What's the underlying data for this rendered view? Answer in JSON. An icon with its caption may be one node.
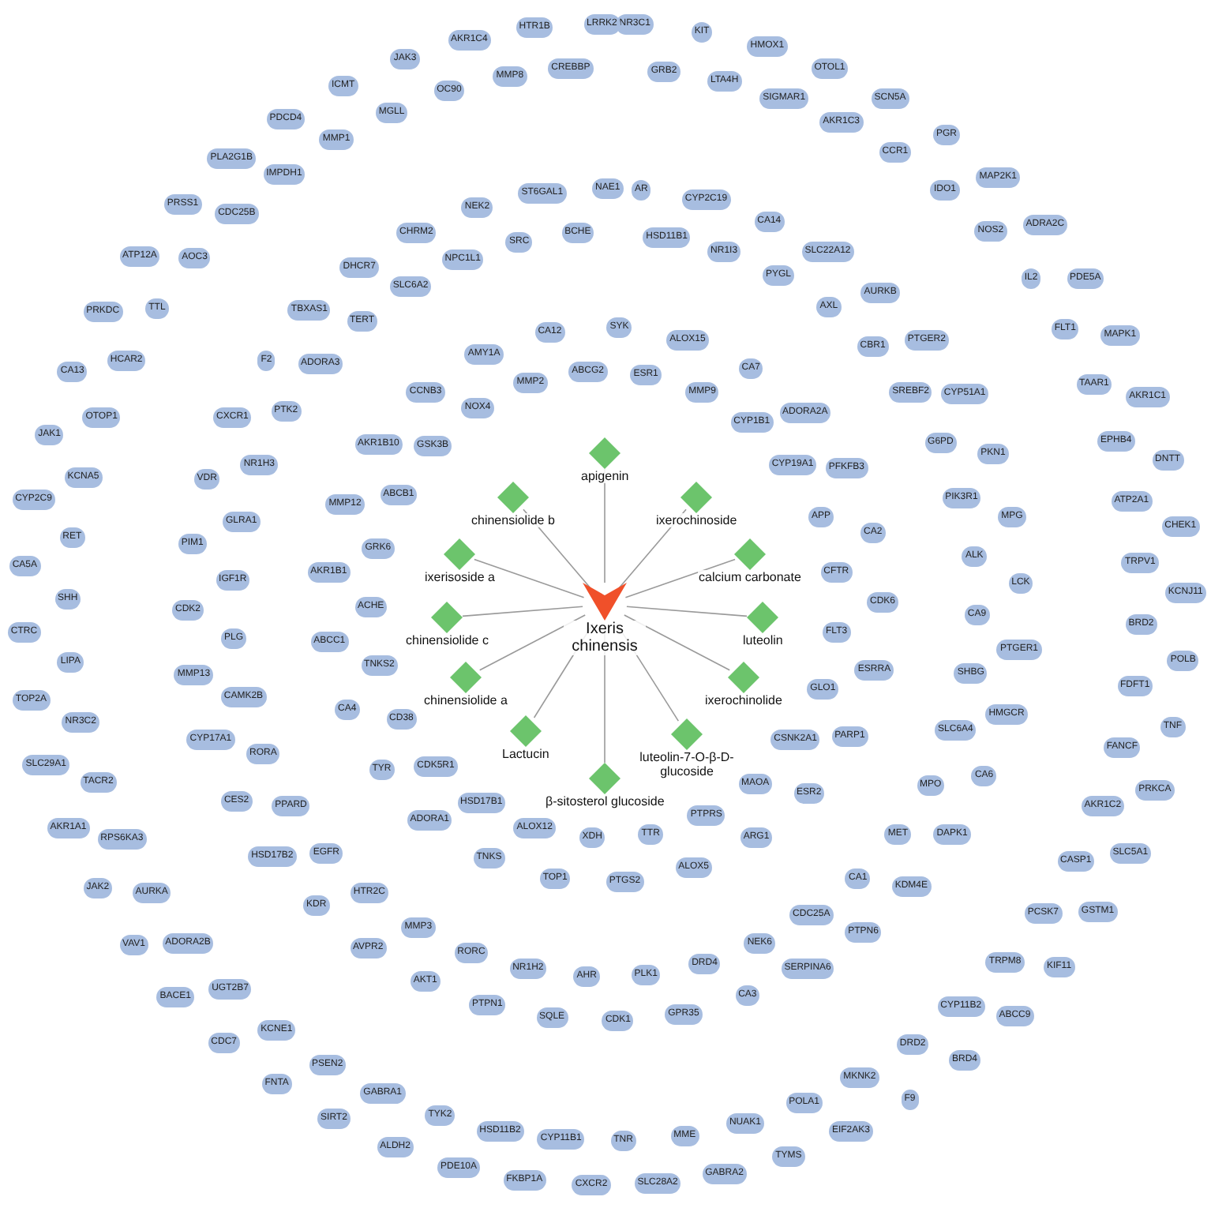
{
  "diagram": {
    "nodes": [
      {
        "text": [
          "Ixeris chinensis"
        ]
      },
      {
        "text": [
          "apigenin"
        ]
      },
      {
        "text": [
          "chinensiolide b"
        ]
      },
      {
        "text": [
          "ixerochinoside"
        ]
      },
      {
        "text": [
          "ixerisoside a"
        ]
      },
      {
        "text": [
          "calcium carbonate"
        ]
      },
      {
        "text": [
          "chinensiolide c"
        ]
      },
      {
        "text": [
          "luteolin"
        ]
      },
      {
        "text": [
          "chinensiolide a"
        ]
      },
      {
        "text": [
          "ixerochinolide"
        ]
      },
      {
        "text": [
          "Lactucin"
        ]
      },
      {
        "text": [
          "luteolin-7-O-β-D-glucoside"
        ]
      },
      {
        "text": [
          "β-sitosterol glucoside"
        ]
      },
      {
        "text": [
          "SYK"
        ]
      },
      {
        "text": [
          "ESR1"
        ]
      },
      {
        "text": [
          "ALOX15"
        ]
      },
      {
        "text": [
          "MMP9"
        ]
      },
      {
        "text": [
          "CA7"
        ]
      },
      {
        "text": [
          "CYP1B1"
        ]
      },
      {
        "text": [
          "ADORA2A"
        ]
      },
      {
        "text": [
          "CYP19A1"
        ]
      },
      {
        "text": [
          "PFKFB3"
        ]
      },
      {
        "text": [
          "APP"
        ]
      },
      {
        "text": [
          "CA2"
        ]
      },
      {
        "text": [
          "CFTR"
        ]
      },
      {
        "text": [
          "CDK6"
        ]
      },
      {
        "text": [
          "FLT3"
        ]
      },
      {
        "text": [
          "ESRRA"
        ]
      },
      {
        "text": [
          "GLO1"
        ]
      },
      {
        "text": [
          "PARP1"
        ]
      },
      {
        "text": [
          "CSNK2A1"
        ]
      },
      {
        "text": [
          "ESR2"
        ]
      },
      {
        "text": [
          "MAOA"
        ]
      },
      {
        "text": [
          "ARG1"
        ]
      },
      {
        "text": [
          "PTPRS"
        ]
      },
      {
        "text": [
          "ALOX5"
        ]
      },
      {
        "text": [
          "TTR"
        ]
      },
      {
        "text": [
          "PTGS2"
        ]
      },
      {
        "text": [
          "XDH"
        ]
      },
      {
        "text": [
          "TOP1"
        ]
      },
      {
        "text": [
          "ALOX12"
        ]
      },
      {
        "text": [
          "TNKS"
        ]
      },
      {
        "text": [
          "HSD17B1"
        ]
      },
      {
        "text": [
          "ADORA1"
        ]
      },
      {
        "text": [
          "CDK5R1"
        ]
      },
      {
        "text": [
          "TYR"
        ]
      },
      {
        "text": [
          "CD38"
        ]
      },
      {
        "text": [
          "CA4"
        ]
      },
      {
        "text": [
          "TNKS2"
        ]
      },
      {
        "text": [
          "ABCC1"
        ]
      },
      {
        "text": [
          "ACHE"
        ]
      },
      {
        "text": [
          "AKR1B1"
        ]
      },
      {
        "text": [
          "GRK6"
        ]
      },
      {
        "text": [
          "MMP12"
        ]
      },
      {
        "text": [
          "ABCB1"
        ]
      },
      {
        "text": [
          "AKR1B10"
        ]
      },
      {
        "text": [
          "GSK3B"
        ]
      },
      {
        "text": [
          "CCNB3"
        ]
      },
      {
        "text": [
          "NOX4"
        ]
      },
      {
        "text": [
          "AMY1A"
        ]
      },
      {
        "text": [
          "MMP2"
        ]
      },
      {
        "text": [
          "CA12"
        ]
      },
      {
        "text": [
          "ABCG2"
        ]
      },
      {
        "text": [
          "AR"
        ]
      },
      {
        "text": [
          "HSD11B1"
        ]
      },
      {
        "text": [
          "CYP2C19"
        ]
      },
      {
        "text": [
          "NR1I3"
        ]
      },
      {
        "text": [
          "CA14"
        ]
      },
      {
        "text": [
          "PYGL"
        ]
      },
      {
        "text": [
          "SLC22A12"
        ]
      },
      {
        "text": [
          "AXL"
        ]
      },
      {
        "text": [
          "AURKB"
        ]
      },
      {
        "text": [
          "CBR1"
        ]
      },
      {
        "text": [
          "PTGER2"
        ]
      },
      {
        "text": [
          "SREBF2"
        ]
      },
      {
        "text": [
          "CYP51A1"
        ]
      },
      {
        "text": [
          "G6PD"
        ]
      },
      {
        "text": [
          "PKN1"
        ]
      },
      {
        "text": [
          "PIK3R1"
        ]
      },
      {
        "text": [
          "MPG"
        ]
      },
      {
        "text": [
          "ALK"
        ]
      },
      {
        "text": [
          "LCK"
        ]
      },
      {
        "text": [
          "CA9"
        ]
      },
      {
        "text": [
          "PTGER1"
        ]
      },
      {
        "text": [
          "SHBG"
        ]
      },
      {
        "text": [
          "HMGCR"
        ]
      },
      {
        "text": [
          "SLC6A4"
        ]
      },
      {
        "text": [
          "CA6"
        ]
      },
      {
        "text": [
          "MPO"
        ]
      },
      {
        "text": [
          "DAPK1"
        ]
      },
      {
        "text": [
          "MET"
        ]
      },
      {
        "text": [
          "KDM4E"
        ]
      },
      {
        "text": [
          "CA1"
        ]
      },
      {
        "text": [
          "PTPN6"
        ]
      },
      {
        "text": [
          "CDC25A"
        ]
      },
      {
        "text": [
          "SERPINA6"
        ]
      },
      {
        "text": [
          "NEK6"
        ]
      },
      {
        "text": [
          "CA3"
        ]
      },
      {
        "text": [
          "DRD4"
        ]
      },
      {
        "text": [
          "GPR35"
        ]
      },
      {
        "text": [
          "PLK1"
        ]
      },
      {
        "text": [
          "CDK1"
        ]
      },
      {
        "text": [
          "AHR"
        ]
      },
      {
        "text": [
          "SQLE"
        ]
      },
      {
        "text": [
          "NR1H2"
        ]
      },
      {
        "text": [
          "PTPN1"
        ]
      },
      {
        "text": [
          "RORC"
        ]
      },
      {
        "text": [
          "AKT1"
        ]
      },
      {
        "text": [
          "MMP3"
        ]
      },
      {
        "text": [
          "AVPR2"
        ]
      },
      {
        "text": [
          "HTR2C"
        ]
      },
      {
        "text": [
          "KDR"
        ]
      },
      {
        "text": [
          "EGFR"
        ]
      },
      {
        "text": [
          "HSD17B2"
        ]
      },
      {
        "text": [
          "PPARD"
        ]
      },
      {
        "text": [
          "CES2"
        ]
      },
      {
        "text": [
          "RORA"
        ]
      },
      {
        "text": [
          "CYP17A1"
        ]
      },
      {
        "text": [
          "CAMK2B"
        ]
      },
      {
        "text": [
          "MMP13"
        ]
      },
      {
        "text": [
          "PLG"
        ]
      },
      {
        "text": [
          "CDK2"
        ]
      },
      {
        "text": [
          "IGF1R"
        ]
      },
      {
        "text": [
          "PIM1"
        ]
      },
      {
        "text": [
          "GLRA1"
        ]
      },
      {
        "text": [
          "VDR"
        ]
      },
      {
        "text": [
          "NR1H3"
        ]
      },
      {
        "text": [
          "CXCR1"
        ]
      },
      {
        "text": [
          "PTK2"
        ]
      },
      {
        "text": [
          "F2"
        ]
      },
      {
        "text": [
          "ADORA3"
        ]
      },
      {
        "text": [
          "TBXAS1"
        ]
      },
      {
        "text": [
          "TERT"
        ]
      },
      {
        "text": [
          "DHCR7"
        ]
      },
      {
        "text": [
          "SLC6A2"
        ]
      },
      {
        "text": [
          "CHRM2"
        ]
      },
      {
        "text": [
          "NPC1L1"
        ]
      },
      {
        "text": [
          "NEK2"
        ]
      },
      {
        "text": [
          "SRC"
        ]
      },
      {
        "text": [
          "ST6GAL1"
        ]
      },
      {
        "text": [
          "BCHE"
        ]
      },
      {
        "text": [
          "NAE1"
        ]
      },
      {
        "text": [
          "NR3C1"
        ]
      },
      {
        "text": [
          "GRB2"
        ]
      },
      {
        "text": [
          "KIT"
        ]
      },
      {
        "text": [
          "LTA4H"
        ]
      },
      {
        "text": [
          "HMOX1"
        ]
      },
      {
        "text": [
          "SIGMAR1"
        ]
      },
      {
        "text": [
          "OTOL1"
        ]
      },
      {
        "text": [
          "AKR1C3"
        ]
      },
      {
        "text": [
          "SCN5A"
        ]
      },
      {
        "text": [
          "CCR1"
        ]
      },
      {
        "text": [
          "PGR"
        ]
      },
      {
        "text": [
          "IDO1"
        ]
      },
      {
        "text": [
          "MAP2K1"
        ]
      },
      {
        "text": [
          "NOS2"
        ]
      },
      {
        "text": [
          "ADRA2C"
        ]
      },
      {
        "text": [
          "IL2"
        ]
      },
      {
        "text": [
          "PDE5A"
        ]
      },
      {
        "text": [
          "FLT1"
        ]
      },
      {
        "text": [
          "MAPK1"
        ]
      },
      {
        "text": [
          "TAAR1"
        ]
      },
      {
        "text": [
          "AKR1C1"
        ]
      },
      {
        "text": [
          "EPHB4"
        ]
      },
      {
        "text": [
          "DNTT"
        ]
      },
      {
        "text": [
          "ATP2A1"
        ]
      },
      {
        "text": [
          "CHEK1"
        ]
      },
      {
        "text": [
          "TRPV1"
        ]
      },
      {
        "text": [
          "KCNJ11"
        ]
      },
      {
        "text": [
          "BRD2"
        ]
      },
      {
        "text": [
          "POLB"
        ]
      },
      {
        "text": [
          "FDFT1"
        ]
      },
      {
        "text": [
          "TNF"
        ]
      },
      {
        "text": [
          "FANCF"
        ]
      },
      {
        "text": [
          "PRKCA"
        ]
      },
      {
        "text": [
          "AKR1C2"
        ]
      },
      {
        "text": [
          "SLC5A1"
        ]
      },
      {
        "text": [
          "CASP1"
        ]
      },
      {
        "text": [
          "GSTM1"
        ]
      },
      {
        "text": [
          "PCSK7"
        ]
      },
      {
        "text": [
          "KIF11"
        ]
      },
      {
        "text": [
          "TRPM8"
        ]
      },
      {
        "text": [
          "ABCC9"
        ]
      },
      {
        "text": [
          "CYP11B2"
        ]
      },
      {
        "text": [
          "BRD4"
        ]
      },
      {
        "text": [
          "DRD2"
        ]
      },
      {
        "text": [
          "F9"
        ]
      },
      {
        "text": [
          "MKNK2"
        ]
      },
      {
        "text": [
          "EIF2AK3"
        ]
      },
      {
        "text": [
          "POLA1"
        ]
      },
      {
        "text": [
          "TYMS"
        ]
      },
      {
        "text": [
          "NUAK1"
        ]
      },
      {
        "text": [
          "GABRA2"
        ]
      },
      {
        "text": [
          "MME"
        ]
      },
      {
        "text": [
          "SLC28A2"
        ]
      },
      {
        "text": [
          "TNR"
        ]
      },
      {
        "text": [
          "CXCR2"
        ]
      },
      {
        "text": [
          "CYP11B1"
        ]
      },
      {
        "text": [
          "FKBP1A"
        ]
      },
      {
        "text": [
          "HSD11B2"
        ]
      },
      {
        "text": [
          "PDE10A"
        ]
      },
      {
        "text": [
          "TYK2"
        ]
      },
      {
        "text": [
          "ALDH2"
        ]
      },
      {
        "text": [
          "GABRA1"
        ]
      },
      {
        "text": [
          "SIRT2"
        ]
      },
      {
        "text": [
          "PSEN2"
        ]
      },
      {
        "text": [
          "FNTA"
        ]
      },
      {
        "text": [
          "KCNE1"
        ]
      },
      {
        "text": [
          "CDC7"
        ]
      },
      {
        "text": [
          "UGT2B7"
        ]
      },
      {
        "text": [
          "BACE1"
        ]
      },
      {
        "text": [
          "ADORA2B"
        ]
      },
      {
        "text": [
          "VAV1"
        ]
      },
      {
        "text": [
          "AURKA"
        ]
      },
      {
        "text": [
          "JAK2"
        ]
      },
      {
        "text": [
          "RPS6KA3"
        ]
      },
      {
        "text": [
          "AKR1A1"
        ]
      },
      {
        "text": [
          "TACR2"
        ]
      },
      {
        "text": [
          "SLC29A1"
        ]
      },
      {
        "text": [
          "NR3C2"
        ]
      },
      {
        "text": [
          "TOP2A"
        ]
      },
      {
        "text": [
          "LIPA"
        ]
      },
      {
        "text": [
          "CTRC"
        ]
      },
      {
        "text": [
          "SHH"
        ]
      },
      {
        "text": [
          "CA5A"
        ]
      },
      {
        "text": [
          "RET"
        ]
      },
      {
        "text": [
          "CYP2C9"
        ]
      },
      {
        "text": [
          "KCNA5"
        ]
      },
      {
        "text": [
          "JAK1"
        ]
      },
      {
        "text": [
          "OTOP1"
        ]
      },
      {
        "text": [
          "CA13"
        ]
      },
      {
        "text": [
          "HCAR2"
        ]
      },
      {
        "text": [
          "PRKDC"
        ]
      },
      {
        "text": [
          "TTL"
        ]
      },
      {
        "text": [
          "ATP12A"
        ]
      },
      {
        "text": [
          "AOC3"
        ]
      },
      {
        "text": [
          "PRSS1"
        ]
      },
      {
        "text": [
          "CDC25B"
        ]
      },
      {
        "text": [
          "PLA2G1B"
        ]
      },
      {
        "text": [
          "IMPDH1"
        ]
      },
      {
        "text": [
          "PDCD4"
        ]
      },
      {
        "text": [
          "MMP1"
        ]
      },
      {
        "text": [
          "ICMT"
        ]
      },
      {
        "text": [
          "MGLL"
        ]
      },
      {
        "text": [
          "JAK3"
        ]
      },
      {
        "text": [
          "OC90"
        ]
      },
      {
        "text": [
          "AKR1C4"
        ]
      },
      {
        "text": [
          "MMP8"
        ]
      },
      {
        "text": [
          "HTR1B"
        ]
      },
      {
        "text": [
          "CREBBP"
        ]
      },
      {
        "text": [
          "LRRK2"
        ]
      }
    ],
    "edges": [
      {
        "from": 0,
        "to": 1,
        "arrow": "none"
      },
      {
        "from": 0,
        "to": 2,
        "arrow": "none"
      },
      {
        "from": 0,
        "to": 3,
        "arrow": "none"
      },
      {
        "from": 0,
        "to": 4,
        "arrow": "none"
      },
      {
        "from": 0,
        "to": 5,
        "arrow": "none"
      },
      {
        "from": 0,
        "to": 6,
        "arrow": "none"
      },
      {
        "from": 0,
        "to": 7,
        "arrow": "none"
      },
      {
        "from": 0,
        "to": 8,
        "arrow": "none"
      },
      {
        "from": 0,
        "to": 9,
        "arrow": "none"
      },
      {
        "from": 0,
        "to": 10,
        "arrow": "none"
      },
      {
        "from": 0,
        "to": 11,
        "arrow": "none"
      },
      {
        "from": 0,
        "to": 12,
        "arrow": "none"
      }
    ]
  }
}
